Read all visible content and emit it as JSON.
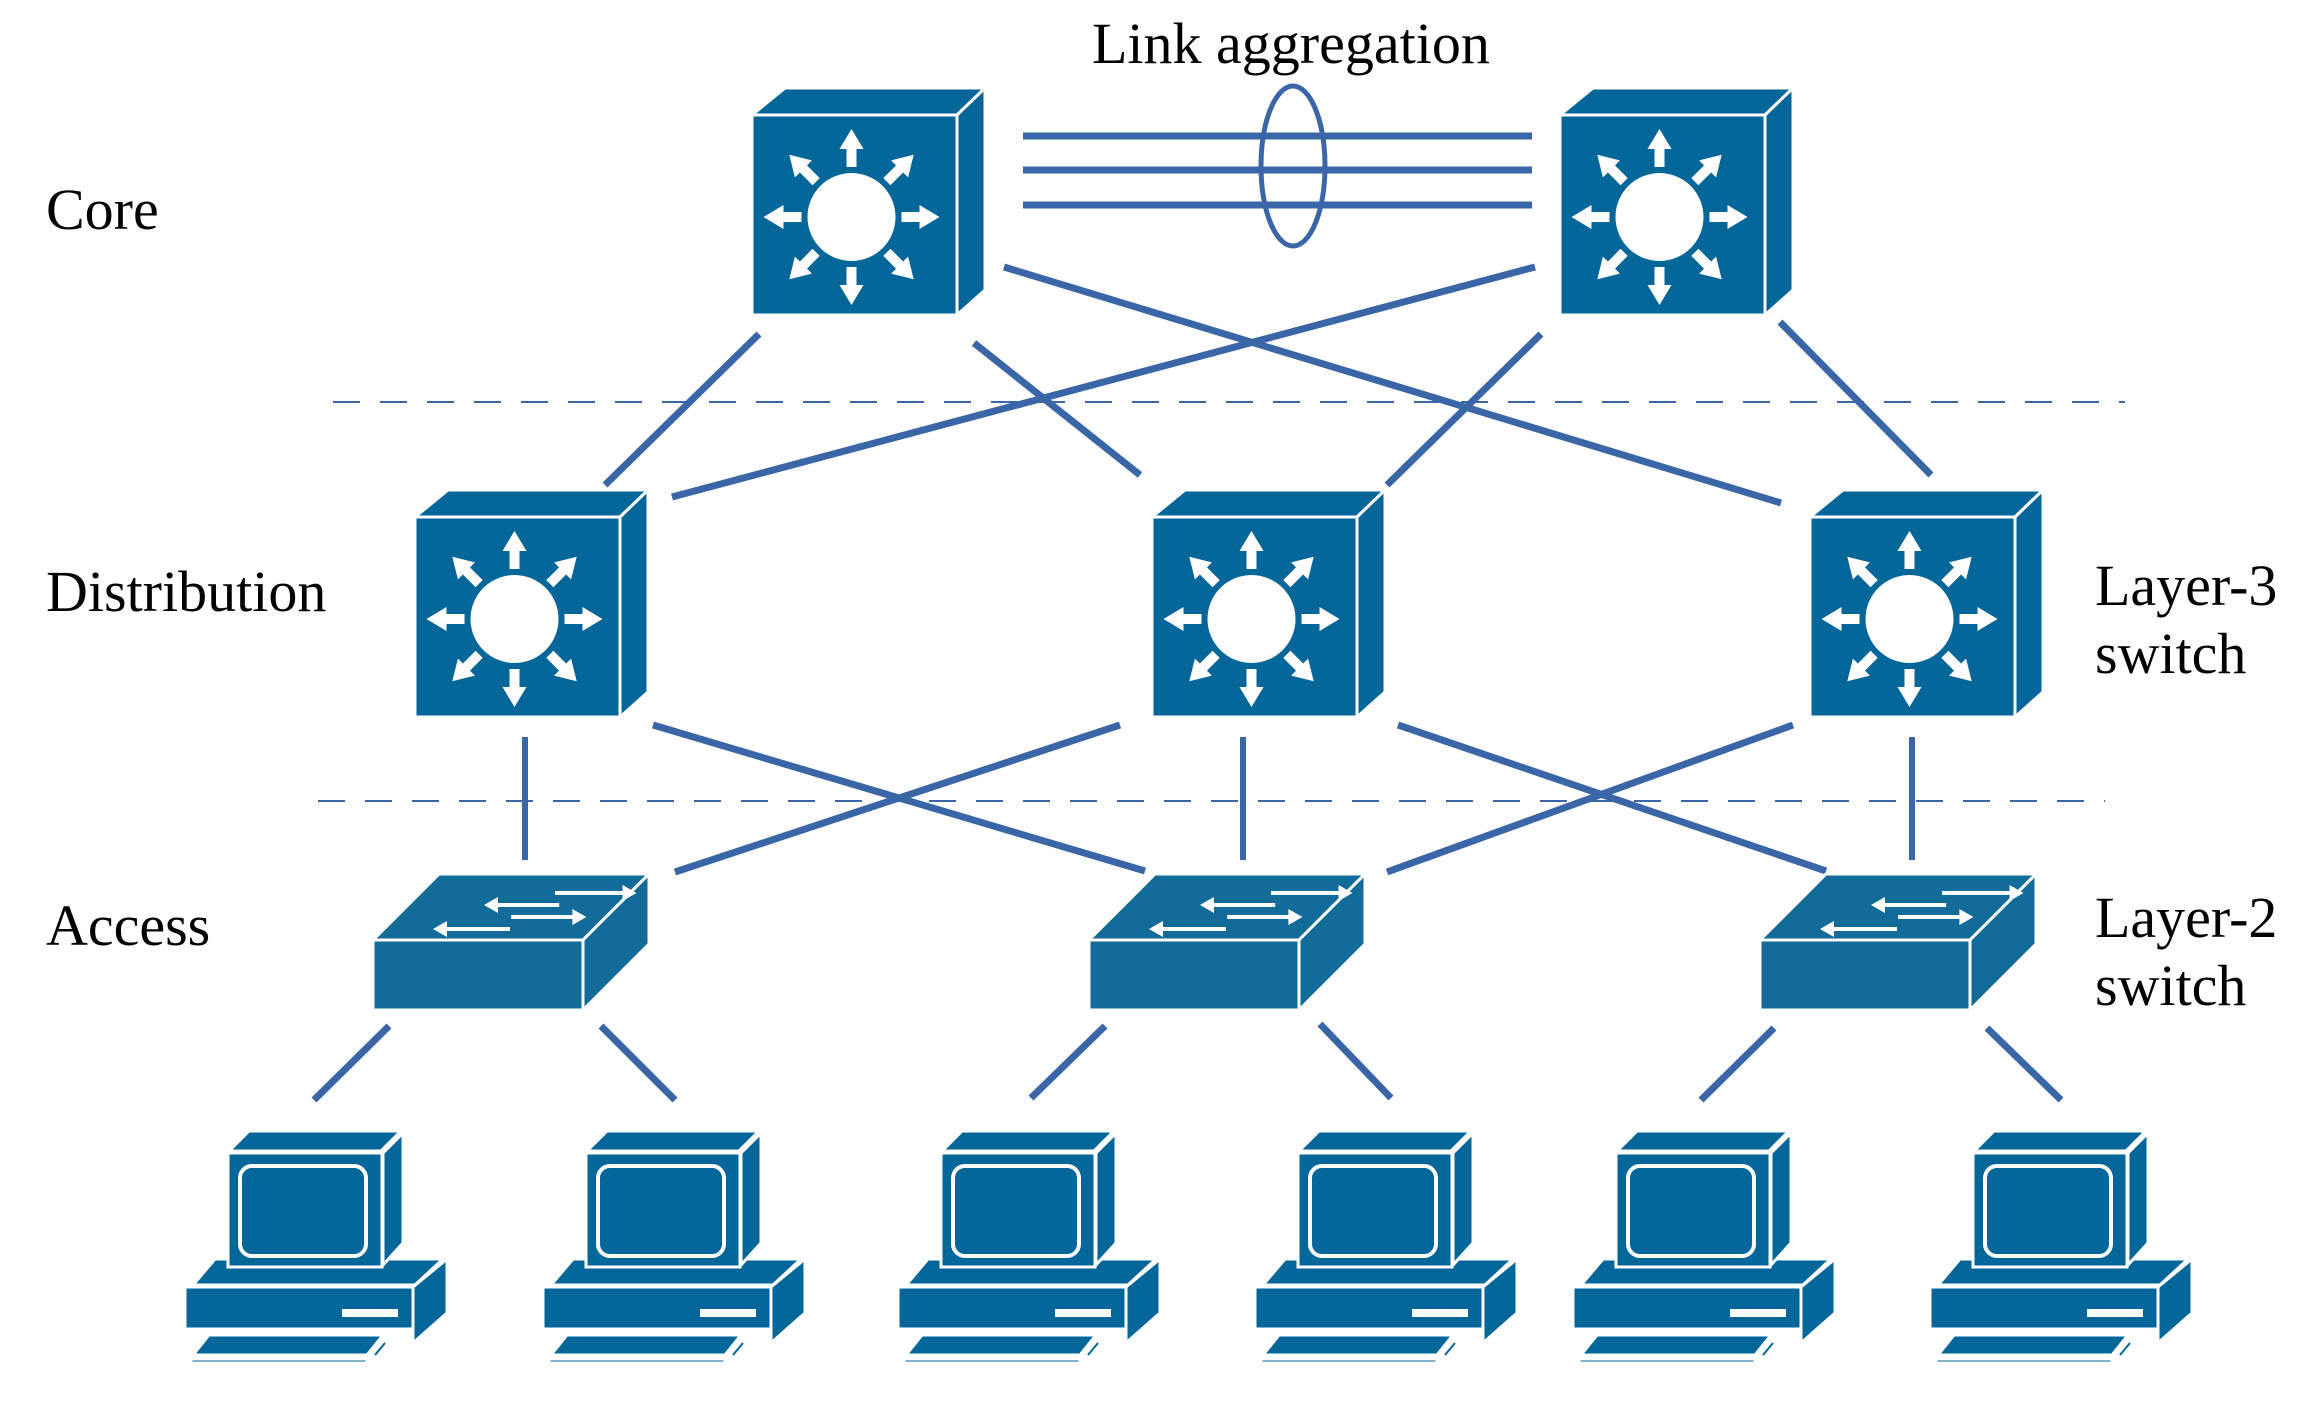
{
  "diagram": {
    "title": "Hierarchical campus network (core / distribution / access)",
    "annotation": "Link aggregation",
    "tier_labels": {
      "core": "Core",
      "distribution": "Distribution",
      "access": "Access"
    },
    "legend": {
      "layer3": [
        "Layer-3",
        "switch"
      ],
      "layer2": [
        "Layer-2",
        "switch"
      ]
    },
    "colors": {
      "device_fill": "#05669a",
      "access_switch_fill": "#126b98",
      "link": "#3a66a7",
      "text": "#000000"
    },
    "nodes": [
      {
        "id": "core-1",
        "type": "layer3-switch",
        "tier": "core"
      },
      {
        "id": "core-2",
        "type": "layer3-switch",
        "tier": "core"
      },
      {
        "id": "dist-1",
        "type": "layer3-switch",
        "tier": "distribution"
      },
      {
        "id": "dist-2",
        "type": "layer3-switch",
        "tier": "distribution"
      },
      {
        "id": "dist-3",
        "type": "layer3-switch",
        "tier": "distribution"
      },
      {
        "id": "access-1",
        "type": "layer2-switch",
        "tier": "access"
      },
      {
        "id": "access-2",
        "type": "layer2-switch",
        "tier": "access"
      },
      {
        "id": "access-3",
        "type": "layer2-switch",
        "tier": "access"
      },
      {
        "id": "pc-1",
        "type": "workstation",
        "tier": "end-host"
      },
      {
        "id": "pc-2",
        "type": "workstation",
        "tier": "end-host"
      },
      {
        "id": "pc-3",
        "type": "workstation",
        "tier": "end-host"
      },
      {
        "id": "pc-4",
        "type": "workstation",
        "tier": "end-host"
      },
      {
        "id": "pc-5",
        "type": "workstation",
        "tier": "end-host"
      },
      {
        "id": "pc-6",
        "type": "workstation",
        "tier": "end-host"
      }
    ],
    "edges": [
      {
        "from": "core-1",
        "to": "core-2",
        "kind": "link-aggregation",
        "links": 3
      },
      {
        "from": "core-1",
        "to": "dist-1"
      },
      {
        "from": "core-1",
        "to": "dist-2"
      },
      {
        "from": "core-1",
        "to": "dist-3"
      },
      {
        "from": "core-2",
        "to": "dist-1"
      },
      {
        "from": "core-2",
        "to": "dist-2"
      },
      {
        "from": "core-2",
        "to": "dist-3"
      },
      {
        "from": "dist-1",
        "to": "access-1"
      },
      {
        "from": "dist-1",
        "to": "access-2"
      },
      {
        "from": "dist-2",
        "to": "access-1"
      },
      {
        "from": "dist-2",
        "to": "access-2"
      },
      {
        "from": "dist-2",
        "to": "access-3"
      },
      {
        "from": "dist-3",
        "to": "access-2"
      },
      {
        "from": "dist-3",
        "to": "access-3"
      },
      {
        "from": "access-1",
        "to": "pc-1"
      },
      {
        "from": "access-1",
        "to": "pc-2"
      },
      {
        "from": "access-2",
        "to": "pc-3"
      },
      {
        "from": "access-2",
        "to": "pc-4"
      },
      {
        "from": "access-3",
        "to": "pc-5"
      },
      {
        "from": "access-3",
        "to": "pc-6"
      }
    ]
  }
}
